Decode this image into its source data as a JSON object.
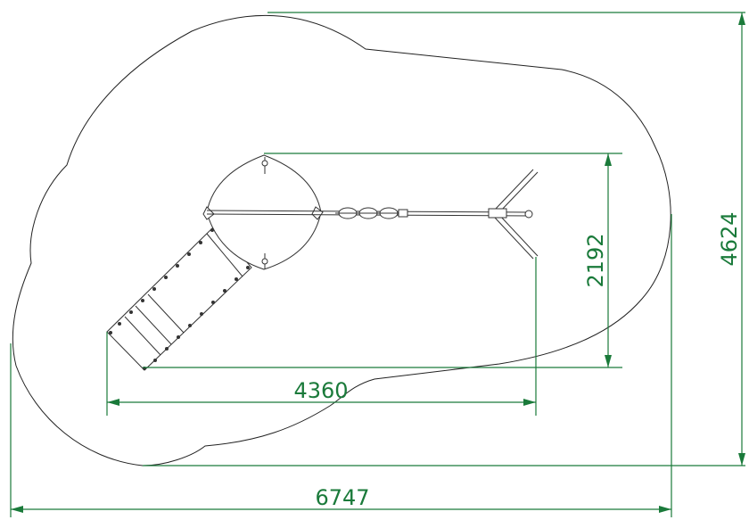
{
  "dimensions": {
    "overall_width": "6747",
    "overall_height": "4624",
    "equipment_width": "4360",
    "equipment_height": "2192"
  },
  "colors": {
    "dimension": "#1a7a3a",
    "outline": "#222222"
  }
}
